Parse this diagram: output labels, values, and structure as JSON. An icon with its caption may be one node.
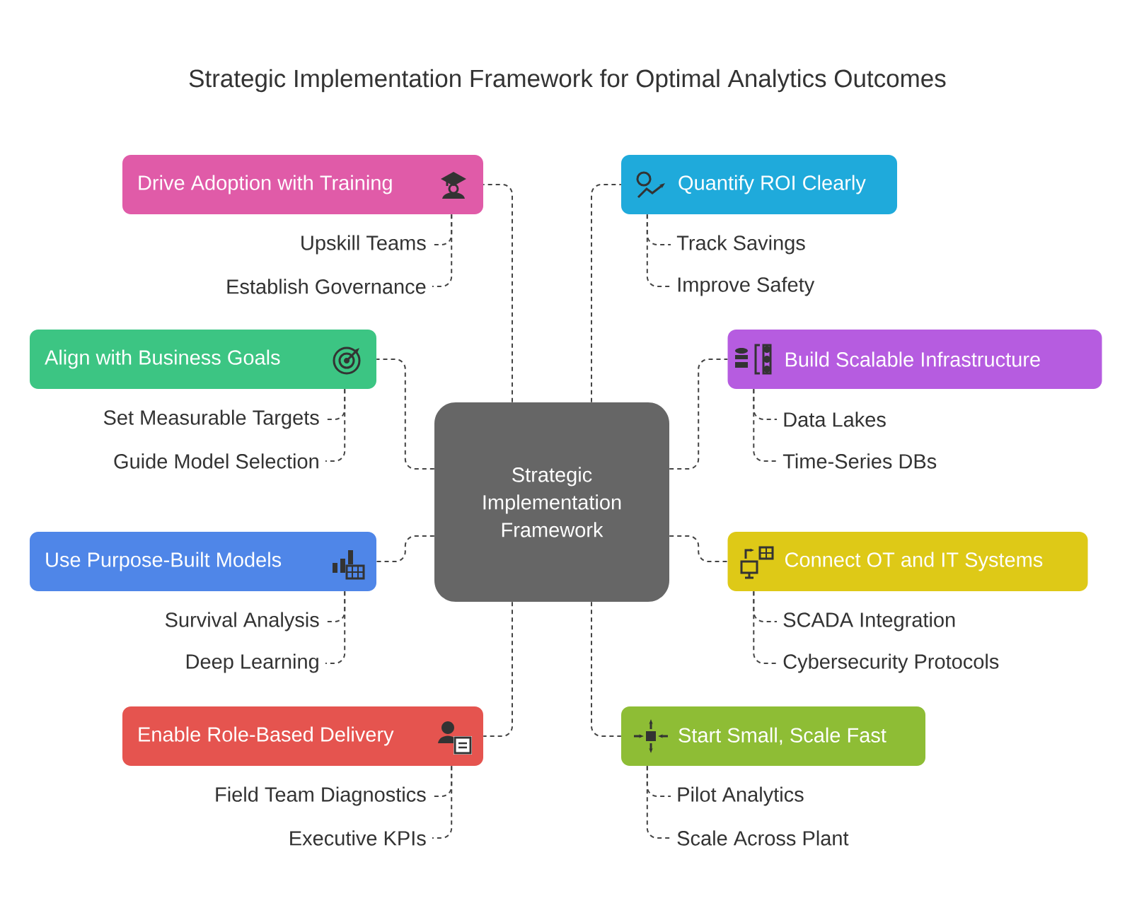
{
  "diagram": {
    "title": "Strategic Implementation Framework for Optimal Analytics Outcomes",
    "nodes": [
      {
        "text": [
          "Strategic Implementation Framework"
        ]
      },
      {
        "text": [
          "Drive Adoption with Training"
        ]
      },
      {
        "text": [
          "Upskill Teams"
        ]
      },
      {
        "text": [
          "Establish Governance"
        ]
      },
      {
        "text": [
          "Quantify ROI Clearly"
        ]
      },
      {
        "text": [
          "Track Savings"
        ]
      },
      {
        "text": [
          "Improve Safety"
        ]
      },
      {
        "text": [
          "Align with Business Goals"
        ]
      },
      {
        "text": [
          "Set Measurable Targets"
        ]
      },
      {
        "text": [
          "Guide Model Selection"
        ]
      },
      {
        "text": [
          "Build Scalable Infrastructure"
        ]
      },
      {
        "text": [
          "Data Lakes"
        ]
      },
      {
        "text": [
          "Time-Series DBs"
        ]
      },
      {
        "text": [
          "Use Purpose-Built Models"
        ]
      },
      {
        "text": [
          "Survival Analysis"
        ]
      },
      {
        "text": [
          "Deep Learning"
        ]
      },
      {
        "text": [
          "Connect OT and IT Systems"
        ]
      },
      {
        "text": [
          "SCADA Integration"
        ]
      },
      {
        "text": [
          "Cybersecurity Protocols"
        ]
      },
      {
        "text": [
          "Enable Role-Based Delivery"
        ]
      },
      {
        "text": [
          "Field Team Diagnostics"
        ]
      },
      {
        "text": [
          "Executive KPIs"
        ]
      },
      {
        "text": [
          "Start Small, Scale Fast"
        ]
      },
      {
        "text": [
          "Pilot Analytics"
        ]
      },
      {
        "text": [
          "Scale Across Plant"
        ]
      }
    ],
    "edges": [
      {
        "from": 0,
        "to": 1,
        "arrow": "none",
        "style": "dashed"
      },
      {
        "from": 0,
        "to": 4,
        "arrow": "none",
        "style": "dashed"
      },
      {
        "from": 0,
        "to": 7,
        "arrow": "none",
        "style": "dashed"
      },
      {
        "from": 0,
        "to": 10,
        "arrow": "none",
        "style": "dashed"
      },
      {
        "from": 0,
        "to": 13,
        "arrow": "none",
        "style": "dashed"
      },
      {
        "from": 0,
        "to": 16,
        "arrow": "none",
        "style": "dashed"
      },
      {
        "from": 0,
        "to": 19,
        "arrow": "none",
        "style": "dashed"
      },
      {
        "from": 0,
        "to": 22,
        "arrow": "none",
        "style": "dashed"
      },
      {
        "from": 1,
        "to": 2,
        "arrow": "none",
        "style": "dashed"
      },
      {
        "from": 1,
        "to": 3,
        "arrow": "none",
        "style": "dashed"
      },
      {
        "from": 4,
        "to": 5,
        "arrow": "none",
        "style": "dashed"
      },
      {
        "from": 4,
        "to": 6,
        "arrow": "none",
        "style": "dashed"
      },
      {
        "from": 7,
        "to": 8,
        "arrow": "none",
        "style": "dashed"
      },
      {
        "from": 7,
        "to": 9,
        "arrow": "none",
        "style": "dashed"
      },
      {
        "from": 10,
        "to": 11,
        "arrow": "none",
        "style": "dashed"
      },
      {
        "from": 10,
        "to": 12,
        "arrow": "none",
        "style": "dashed"
      },
      {
        "from": 13,
        "to": 14,
        "arrow": "none",
        "style": "dashed"
      },
      {
        "from": 13,
        "to": 15,
        "arrow": "none",
        "style": "dashed"
      },
      {
        "from": 16,
        "to": 17,
        "arrow": "none",
        "style": "dashed"
      },
      {
        "from": 16,
        "to": 18,
        "arrow": "none",
        "style": "dashed"
      },
      {
        "from": 19,
        "to": 20,
        "arrow": "none",
        "style": "dashed"
      },
      {
        "from": 19,
        "to": 21,
        "arrow": "none",
        "style": "dashed"
      },
      {
        "from": 22,
        "to": 23,
        "arrow": "none",
        "style": "dashed"
      },
      {
        "from": 22,
        "to": 24,
        "arrow": "none",
        "style": "dashed"
      }
    ]
  }
}
